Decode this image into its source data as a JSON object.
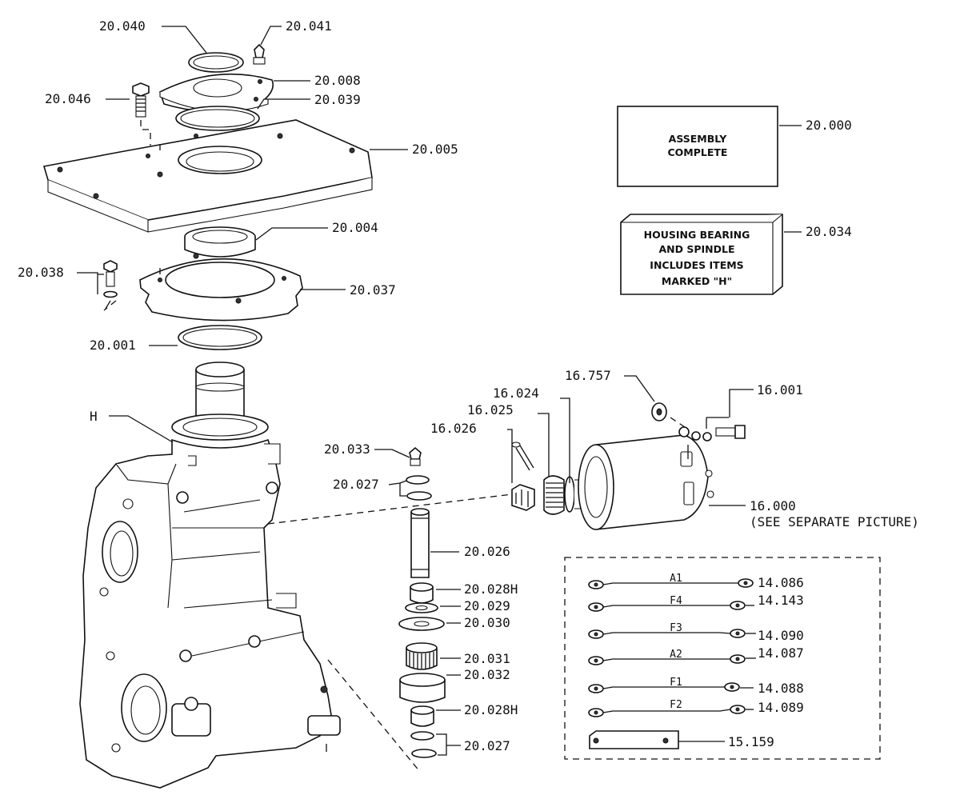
{
  "boxes": {
    "assembly_line1": "ASSEMBLY",
    "assembly_line2": "COMPLETE",
    "housing_line1": "HOUSING BEARING",
    "housing_line2": "AND SPINDLE",
    "housing_line3": "INCLUDES ITEMS",
    "housing_line4": "MARKED \"H\""
  },
  "labels": {
    "p20040": "20.040",
    "p20041": "20.041",
    "p20008": "20.008",
    "p20039": "20.039",
    "p20046": "20.046",
    "p20005": "20.005",
    "p20000": "20.000",
    "p20034": "20.034",
    "p20004": "20.004",
    "p20038": "20.038",
    "p20037": "20.037",
    "p20001": "20.001",
    "pH": "H",
    "p16757": "16.757",
    "p16001": "16.001",
    "p16024": "16.024",
    "p16025": "16.025",
    "p16026": "16.026",
    "p20033": "20.033",
    "p20027a": "20.027",
    "p16000": "16.000",
    "p16000note": "(SEE SEPARATE PICTURE)",
    "p20026": "20.026",
    "p20028a": "20.028H",
    "p20029": "20.029",
    "p20030": "20.030",
    "p20031": "20.031",
    "p20032": "20.032",
    "p20028b": "20.028H",
    "p20027b": "20.027",
    "p14086": "14.086",
    "p14143": "14.143",
    "p14090": "14.090",
    "p14087": "14.087",
    "p14088": "14.088",
    "p14089": "14.089",
    "p15159": "15.159"
  },
  "wires": {
    "a1": "A1",
    "f4": "F4",
    "f3": "F3",
    "a2": "A2",
    "f1": "F1",
    "f2": "F2"
  }
}
